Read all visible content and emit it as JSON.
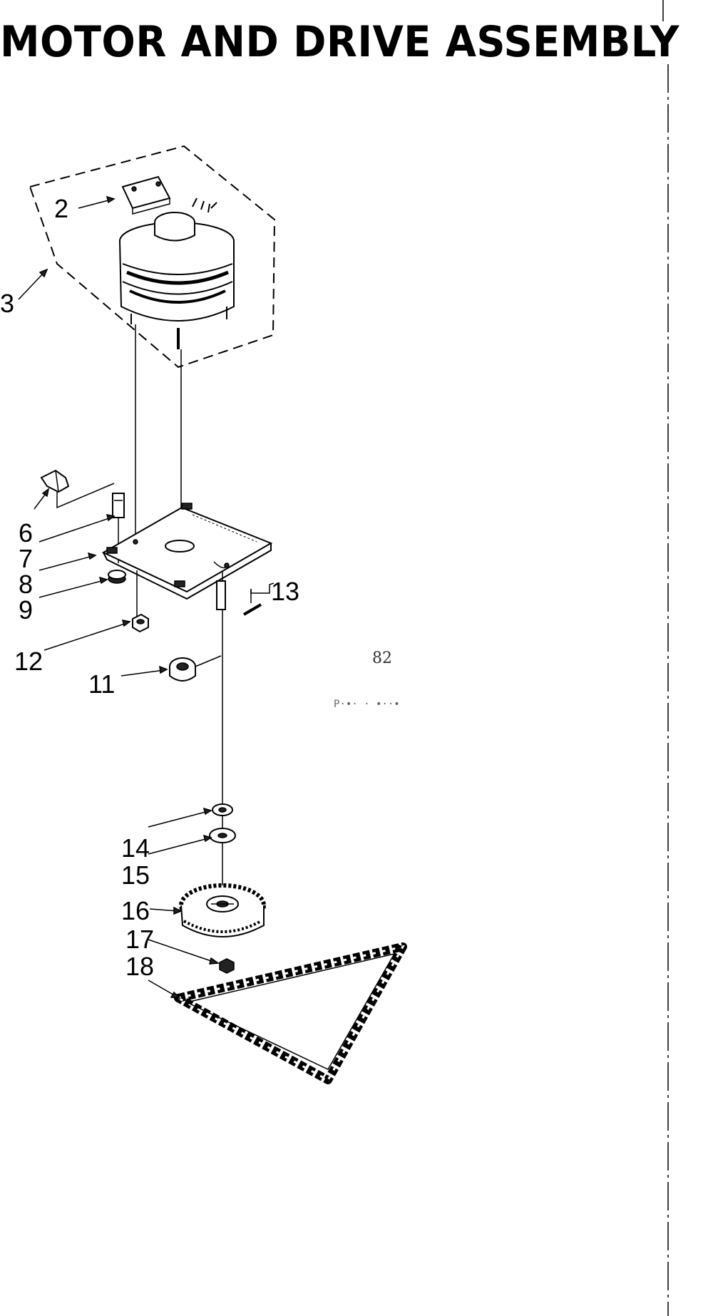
{
  "title": "MOTOR AND DRIVE ASSEMBLY",
  "callouts": {
    "c2": "2",
    "c3": "3",
    "c6": "6",
    "c7": "7",
    "c8": "8",
    "c9": "9",
    "c11": "11",
    "c12": "12",
    "c13": "13",
    "c14": "14",
    "c15": "15",
    "c16": "16",
    "c17": "17",
    "c18": "18"
  },
  "figure_code": "82",
  "figure_ref": "P·•· · •··•"
}
